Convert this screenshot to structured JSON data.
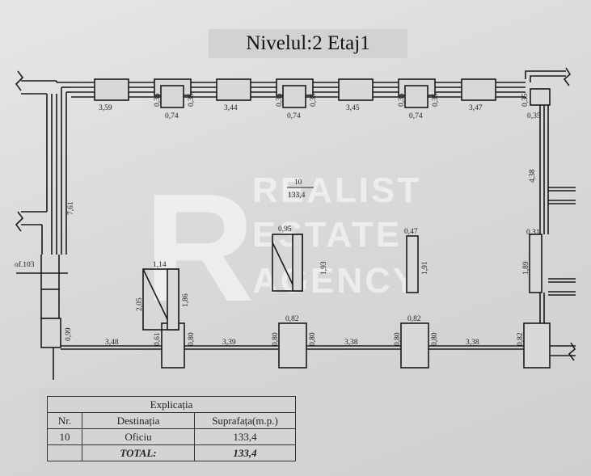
{
  "title": "Nivelul:2 Etaj1",
  "room": {
    "number": "10",
    "area": "133,4"
  },
  "watermark": {
    "line1": "REALIST",
    "line2": "ESTATE",
    "line3": "AGENCY",
    "mark": "R"
  },
  "dims": {
    "top_span1": "3,59",
    "top_span2": "3,44",
    "top_span3": "3,45",
    "top_span4": "3,47",
    "pier_w": "0,74",
    "pier_s": "0,35",
    "right_top": "4,38",
    "right_pier": "0,31",
    "right_low": "1,89",
    "left_height": "7,61",
    "left_label": "of.103",
    "left_low": "0,99",
    "bottom_span1": "3,48",
    "bottom_span2": "3,39",
    "bottom_span3": "3,38",
    "bottom_span4": "3,38",
    "bottom_pier": "0,80",
    "bottom_pier_a": "0,61",
    "bottom_pier_top": "0,82",
    "col1_w": "1,14",
    "col1_h": "2,05",
    "col1_h2": "1,86",
    "col2_w": "0,95",
    "col2_h": "1,93",
    "col3_w": "0,47",
    "col3_h": "1,91"
  },
  "legend": {
    "heading": "Explicația",
    "col_nr": "Nr.",
    "col_dest": "Destinația",
    "col_area": "Suprafața(m.p.)",
    "row_nr": "10",
    "row_dest": "Oficiu",
    "row_area": "133,4",
    "total_label": "TOTAL:",
    "total_area": "133,4"
  }
}
